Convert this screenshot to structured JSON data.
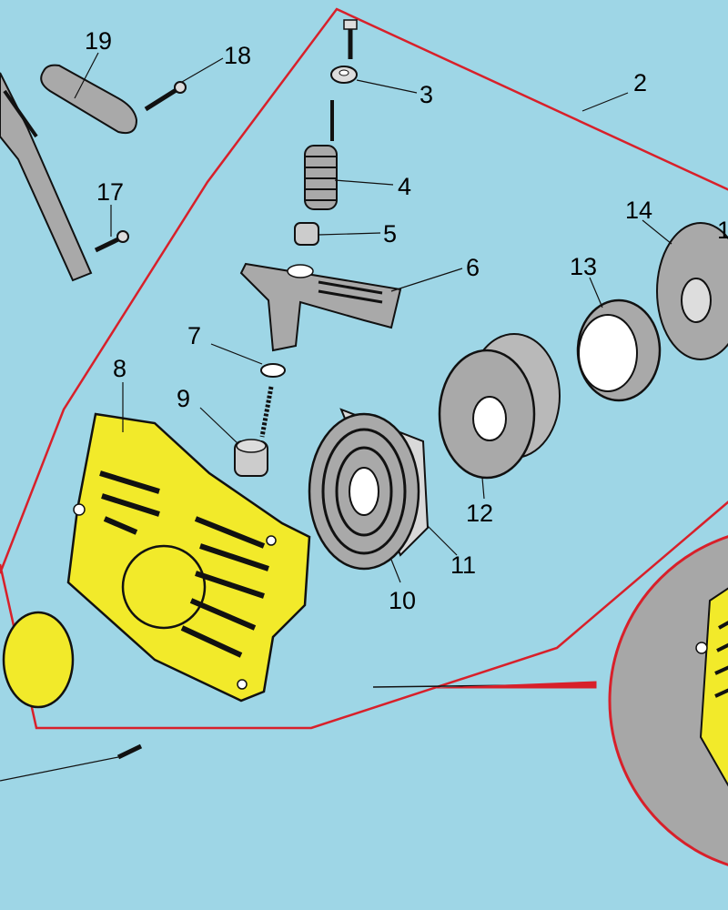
{
  "colors": {
    "background": "#9ed6e6",
    "kit_outline": "#d8202a",
    "housing": "#f2ea2a",
    "part_grey": "#a9a9a9",
    "magnifier_fill": "#a7a7a7"
  },
  "callouts": [
    {
      "id": "c2",
      "label": "2"
    },
    {
      "id": "c3",
      "label": "3"
    },
    {
      "id": "c4",
      "label": "4"
    },
    {
      "id": "c5",
      "label": "5"
    },
    {
      "id": "c6",
      "label": "6"
    },
    {
      "id": "c7",
      "label": "7"
    },
    {
      "id": "c8",
      "label": "8"
    },
    {
      "id": "c9",
      "label": "9"
    },
    {
      "id": "c10",
      "label": "10"
    },
    {
      "id": "c11",
      "label": "11"
    },
    {
      "id": "c12",
      "label": "12"
    },
    {
      "id": "c13",
      "label": "13"
    },
    {
      "id": "c14",
      "label": "14"
    },
    {
      "id": "c15",
      "label": "1"
    },
    {
      "id": "c17",
      "label": "17"
    },
    {
      "id": "c18",
      "label": "18"
    },
    {
      "id": "c19",
      "label": "19"
    }
  ]
}
